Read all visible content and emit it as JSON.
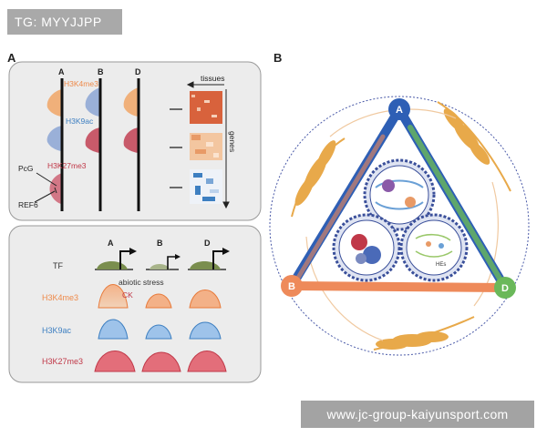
{
  "top_tag": "TG: MYYJJPP",
  "watermark": "www.jc-group-kaiyunsport.com",
  "panel_a": {
    "label": "A",
    "top_box": {
      "subgenome_labels": [
        "A",
        "B",
        "D"
      ],
      "marks": [
        "H3K4me3",
        "H3K9ac",
        "H3K27me3"
      ],
      "regulators": [
        "PcG",
        "REF6"
      ],
      "tissues_label": "tissues",
      "genes_label": "genes"
    },
    "bottom_box": {
      "subgenome_labels": [
        "A",
        "B",
        "D"
      ],
      "row_labels": [
        "TF",
        "H3K4me3",
        "H3K9ac",
        "H3K27me3"
      ],
      "annotation_stress": "abiotic stress",
      "annotation_ck": "CK"
    }
  },
  "panel_b": {
    "label": "B",
    "vertex_labels": [
      "A",
      "B",
      "D"
    ],
    "gear_text": "HEs"
  },
  "colors": {
    "h3k4me3": "#ee8a4a",
    "h3k9ac": "#3d7fc1",
    "h3k27me3": "#c03848",
    "vertex_a": "#2e5fb5",
    "vertex_b": "#ee8a5a",
    "vertex_d": "#6ab85a",
    "wheat": "#e8a94a"
  }
}
